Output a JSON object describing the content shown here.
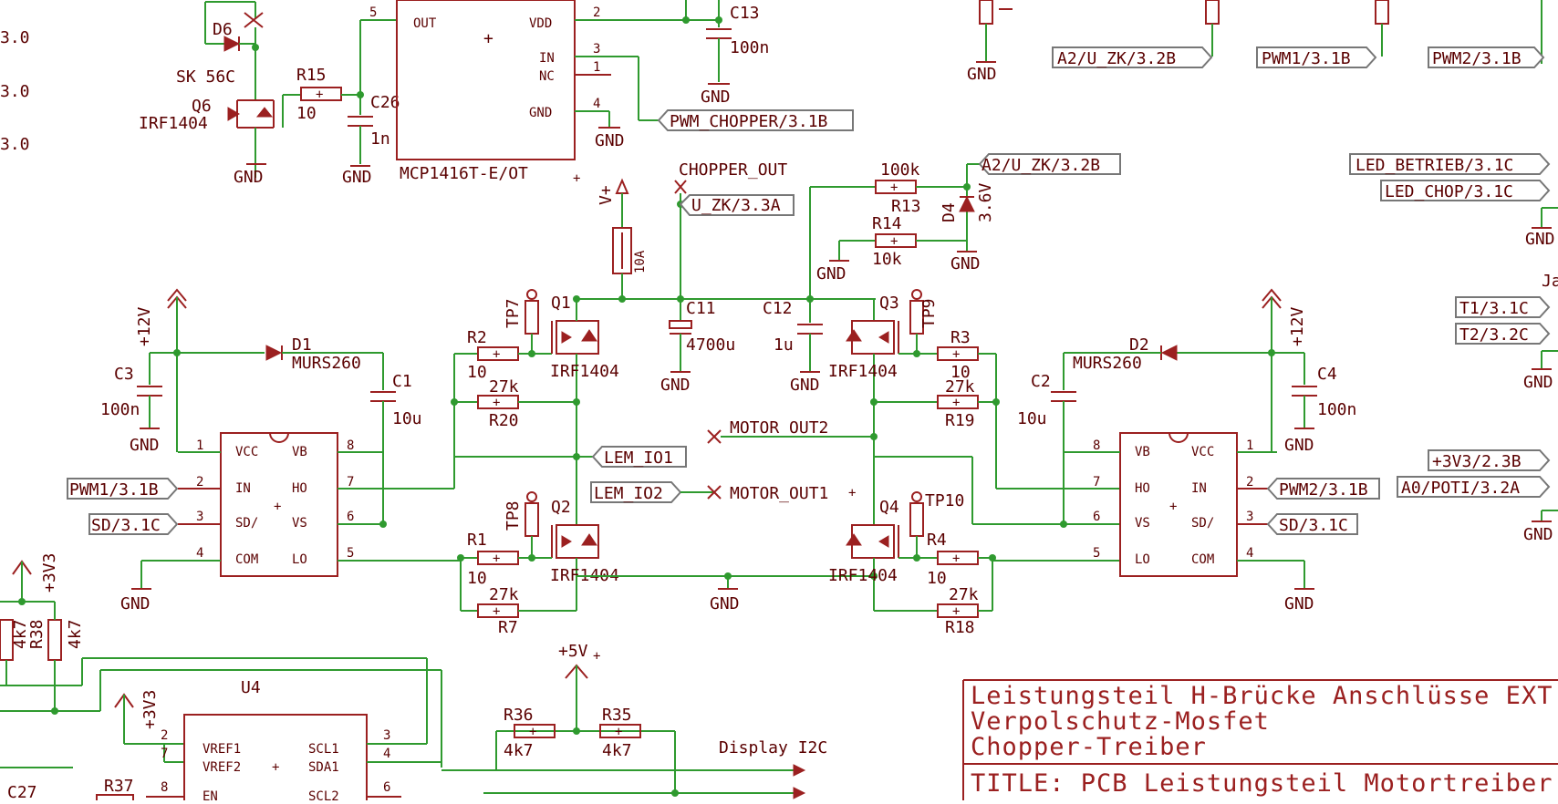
{
  "schematic": {
    "left_coords": [
      "3.0",
      "3.0",
      "3.0"
    ],
    "parts": {
      "d6": "D6",
      "d6_type": "SK 56C",
      "q6": "Q6",
      "q6_type": "IRF1404",
      "r15": "R15",
      "r15_val": "10",
      "c26": "C26",
      "c26_val": "1n",
      "u_driver": "MCP1416T-E/OT",
      "c13": "C13",
      "c13_val": "100n",
      "c3": "C3",
      "c3_val": "100n",
      "d1": "D1",
      "d1_type": "MURS260",
      "c1": "C1",
      "c1_val": "10u",
      "c4": "C4",
      "c4_val": "100n",
      "d2": "D2",
      "d2_type": "MURS260",
      "c2": "C2",
      "c2_val": "10u",
      "r2": "R2",
      "r2_val": "10",
      "r20": "R20",
      "r20_val": "27k",
      "r1": "R1",
      "r1_val": "10",
      "r7": "R7",
      "r7_val": "27k",
      "r3": "R3",
      "r3_val": "10",
      "r19": "R19",
      "r19_val": "27k",
      "r4": "R4",
      "r4_val": "10",
      "r18": "R18",
      "r18_val": "27k",
      "q1": "Q1",
      "q1_type": "IRF1404",
      "q2": "Q2",
      "q2_type": "IRF1404",
      "q3": "Q3",
      "q3_type": "IRF1404",
      "q4": "Q4",
      "q4_type": "IRF1404",
      "tp7": "TP7",
      "tp8": "TP8",
      "tp9": "TP9",
      "tp10": "TP10",
      "c11": "C11",
      "c11_val": "4700u",
      "c12": "C12",
      "c12_val": "1u",
      "fuse_val": "10A",
      "r13": "R13",
      "r13_val": "100k",
      "r14": "R14",
      "r14_val": "10k",
      "d4": "D4",
      "d4_val": "3.6V",
      "r38": "R38",
      "r38_val": "4k7",
      "r_extra_val": "4k7",
      "u4": "U4",
      "r36": "R36",
      "r36_val": "4k7",
      "r35": "R35",
      "r35_val": "4k7",
      "c27": "C27",
      "r37": "R37"
    },
    "pins": {
      "mcp": {
        "out": "OUT",
        "vdd": "VDD",
        "in": "IN",
        "nc": "NC",
        "gnd": "GND",
        "n5": "5",
        "n2": "2",
        "n3": "3",
        "n1": "1",
        "n4": "4"
      },
      "drv": {
        "vcc": "VCC",
        "vb": "VB",
        "in": "IN",
        "ho": "HO",
        "sd": "SD/",
        "vs": "VS",
        "com": "COM",
        "lo": "LO",
        "n1": "1",
        "n2": "2",
        "n3": "3",
        "n4": "4",
        "n5": "5",
        "n6": "6",
        "n7": "7",
        "n8": "8"
      },
      "u4": {
        "vref1": "VREF1",
        "vref2": "VREF2",
        "scl1": "SCL1",
        "sda1": "SDA1",
        "en": "EN",
        "scl2": "SCL2",
        "n2": "2",
        "n7": "7",
        "n8": "8",
        "n3": "3",
        "n4": "4",
        "n6": "6"
      }
    },
    "supplies": {
      "gnd": "GND",
      "v12": "+12V",
      "vplus": "V+",
      "v3v3": "+3V3",
      "v5": "+5V"
    },
    "nets": {
      "chopper_out": "CHOPPER_OUT",
      "motor_out2": "MOTOR_OUT2",
      "motor_out1": "MOTOR_OUT1",
      "display_i2c": "Display I2C"
    },
    "tags": {
      "a2_top": "A2/U_ZK/3.2B",
      "pwm1_top": "PWM1/3.1B",
      "pwm2_top": "PWM2/3.1B",
      "pwm_chopper": "PWM_CHOPPER/3.1B",
      "a2_mid": "A2/U_ZK/3.2B",
      "u_zk": "U_ZK/3.3A",
      "led_betrieb": "LED_BETRIEB/3.1C",
      "led_chop": "LED_CHOP/3.1C",
      "t1": "T1/3.1C",
      "t2": "T2/3.2C",
      "pwm1_left": "PWM1/3.1B",
      "sd_left": "SD/3.1C",
      "lem_io1": "LEM_IO1",
      "lem_io2": "LEM_IO2",
      "pwm2_right": "PWM2/3.1B",
      "sd_right": "SD/3.1C",
      "v3v3_tag": "+3V3/2.3B",
      "a0_poti": "A0/POTI/3.2A"
    },
    "notes": {
      "line1": "Leistungsteil H-Brücke Anschlüsse EXT",
      "line2": "Verpolschutz-Mosfet",
      "line3": "Chopper-Treiber",
      "title": "TITLE:  PCB Leistungsteil Motortreiber"
    },
    "right_partial": "Ja"
  }
}
